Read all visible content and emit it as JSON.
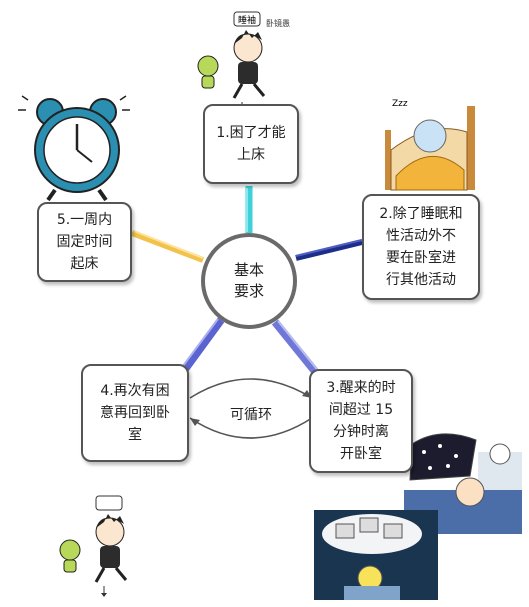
{
  "center": {
    "label": "基本\n要求"
  },
  "nodes": [
    {
      "id": "n1",
      "label": "1.困了才能\n上床"
    },
    {
      "id": "n2",
      "label": "2.除了睡眠和\n性活动外不\n要在卧室进\n行其他活动"
    },
    {
      "id": "n3",
      "label": "3.醒来的时\n间超过 15\n分钟时离\n开卧室"
    },
    {
      "id": "n4",
      "label": "4.再次有困\n意再回到卧\n室"
    },
    {
      "id": "n5",
      "label": "5.一周内\n固定时间\n起床"
    }
  ],
  "loop": {
    "label": "可循环"
  },
  "sticker": {
    "sign": "睡袖",
    "note": "卧镜愚"
  },
  "colors": {
    "n1": "#3fd0d8",
    "n2": "#1d2d8a",
    "n3": "#6f78d8",
    "n4": "#5a63d0",
    "n5": "#f2c24c"
  }
}
